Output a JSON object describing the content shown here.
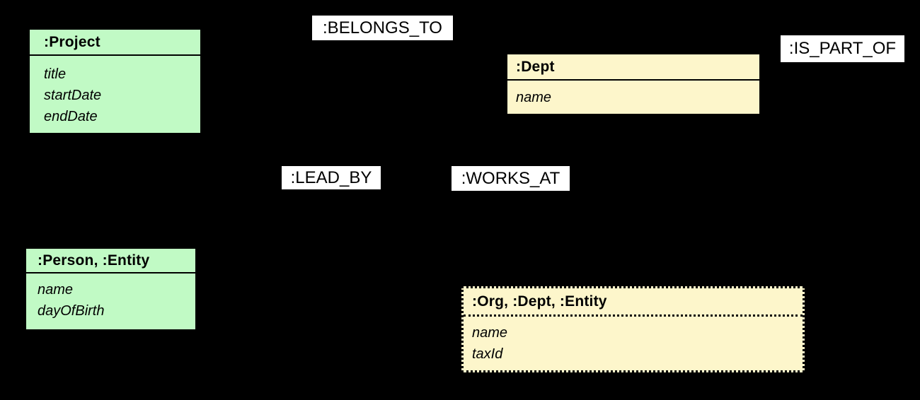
{
  "diagram": {
    "kind": "graph-data-model",
    "colors": {
      "canvas_bg": "#000000",
      "node_green": "#C1FAC5",
      "node_yellow": "#FDF6CB",
      "label_bg": "#FFFFFF",
      "border": "#000000",
      "text": "#000000"
    },
    "entities": [
      {
        "id": "project",
        "title": ":Project",
        "attributes": [
          "title",
          "startDate",
          "endDate"
        ],
        "fill": "#C1FAC5",
        "border_style": "solid"
      },
      {
        "id": "dept",
        "title": ":Dept",
        "attributes": [
          "name"
        ],
        "fill": "#FDF6CB",
        "border_style": "solid"
      },
      {
        "id": "person",
        "title": ":Person, :Entity",
        "attributes": [
          "name",
          "dayOfBirth"
        ],
        "fill": "#C1FAC5",
        "border_style": "solid"
      },
      {
        "id": "org",
        "title": ":Org, :Dept, :Entity",
        "attributes": [
          "name",
          "taxId"
        ],
        "fill": "#FDF6CB",
        "border_style": "dotted"
      }
    ],
    "relationships": [
      {
        "id": "belongs-to",
        "label": ":BELONGS_TO"
      },
      {
        "id": "is-part-of",
        "label": ":IS_PART_OF"
      },
      {
        "id": "lead-by",
        "label": ":LEAD_BY"
      },
      {
        "id": "works-at",
        "label": ":WORKS_AT"
      }
    ]
  }
}
